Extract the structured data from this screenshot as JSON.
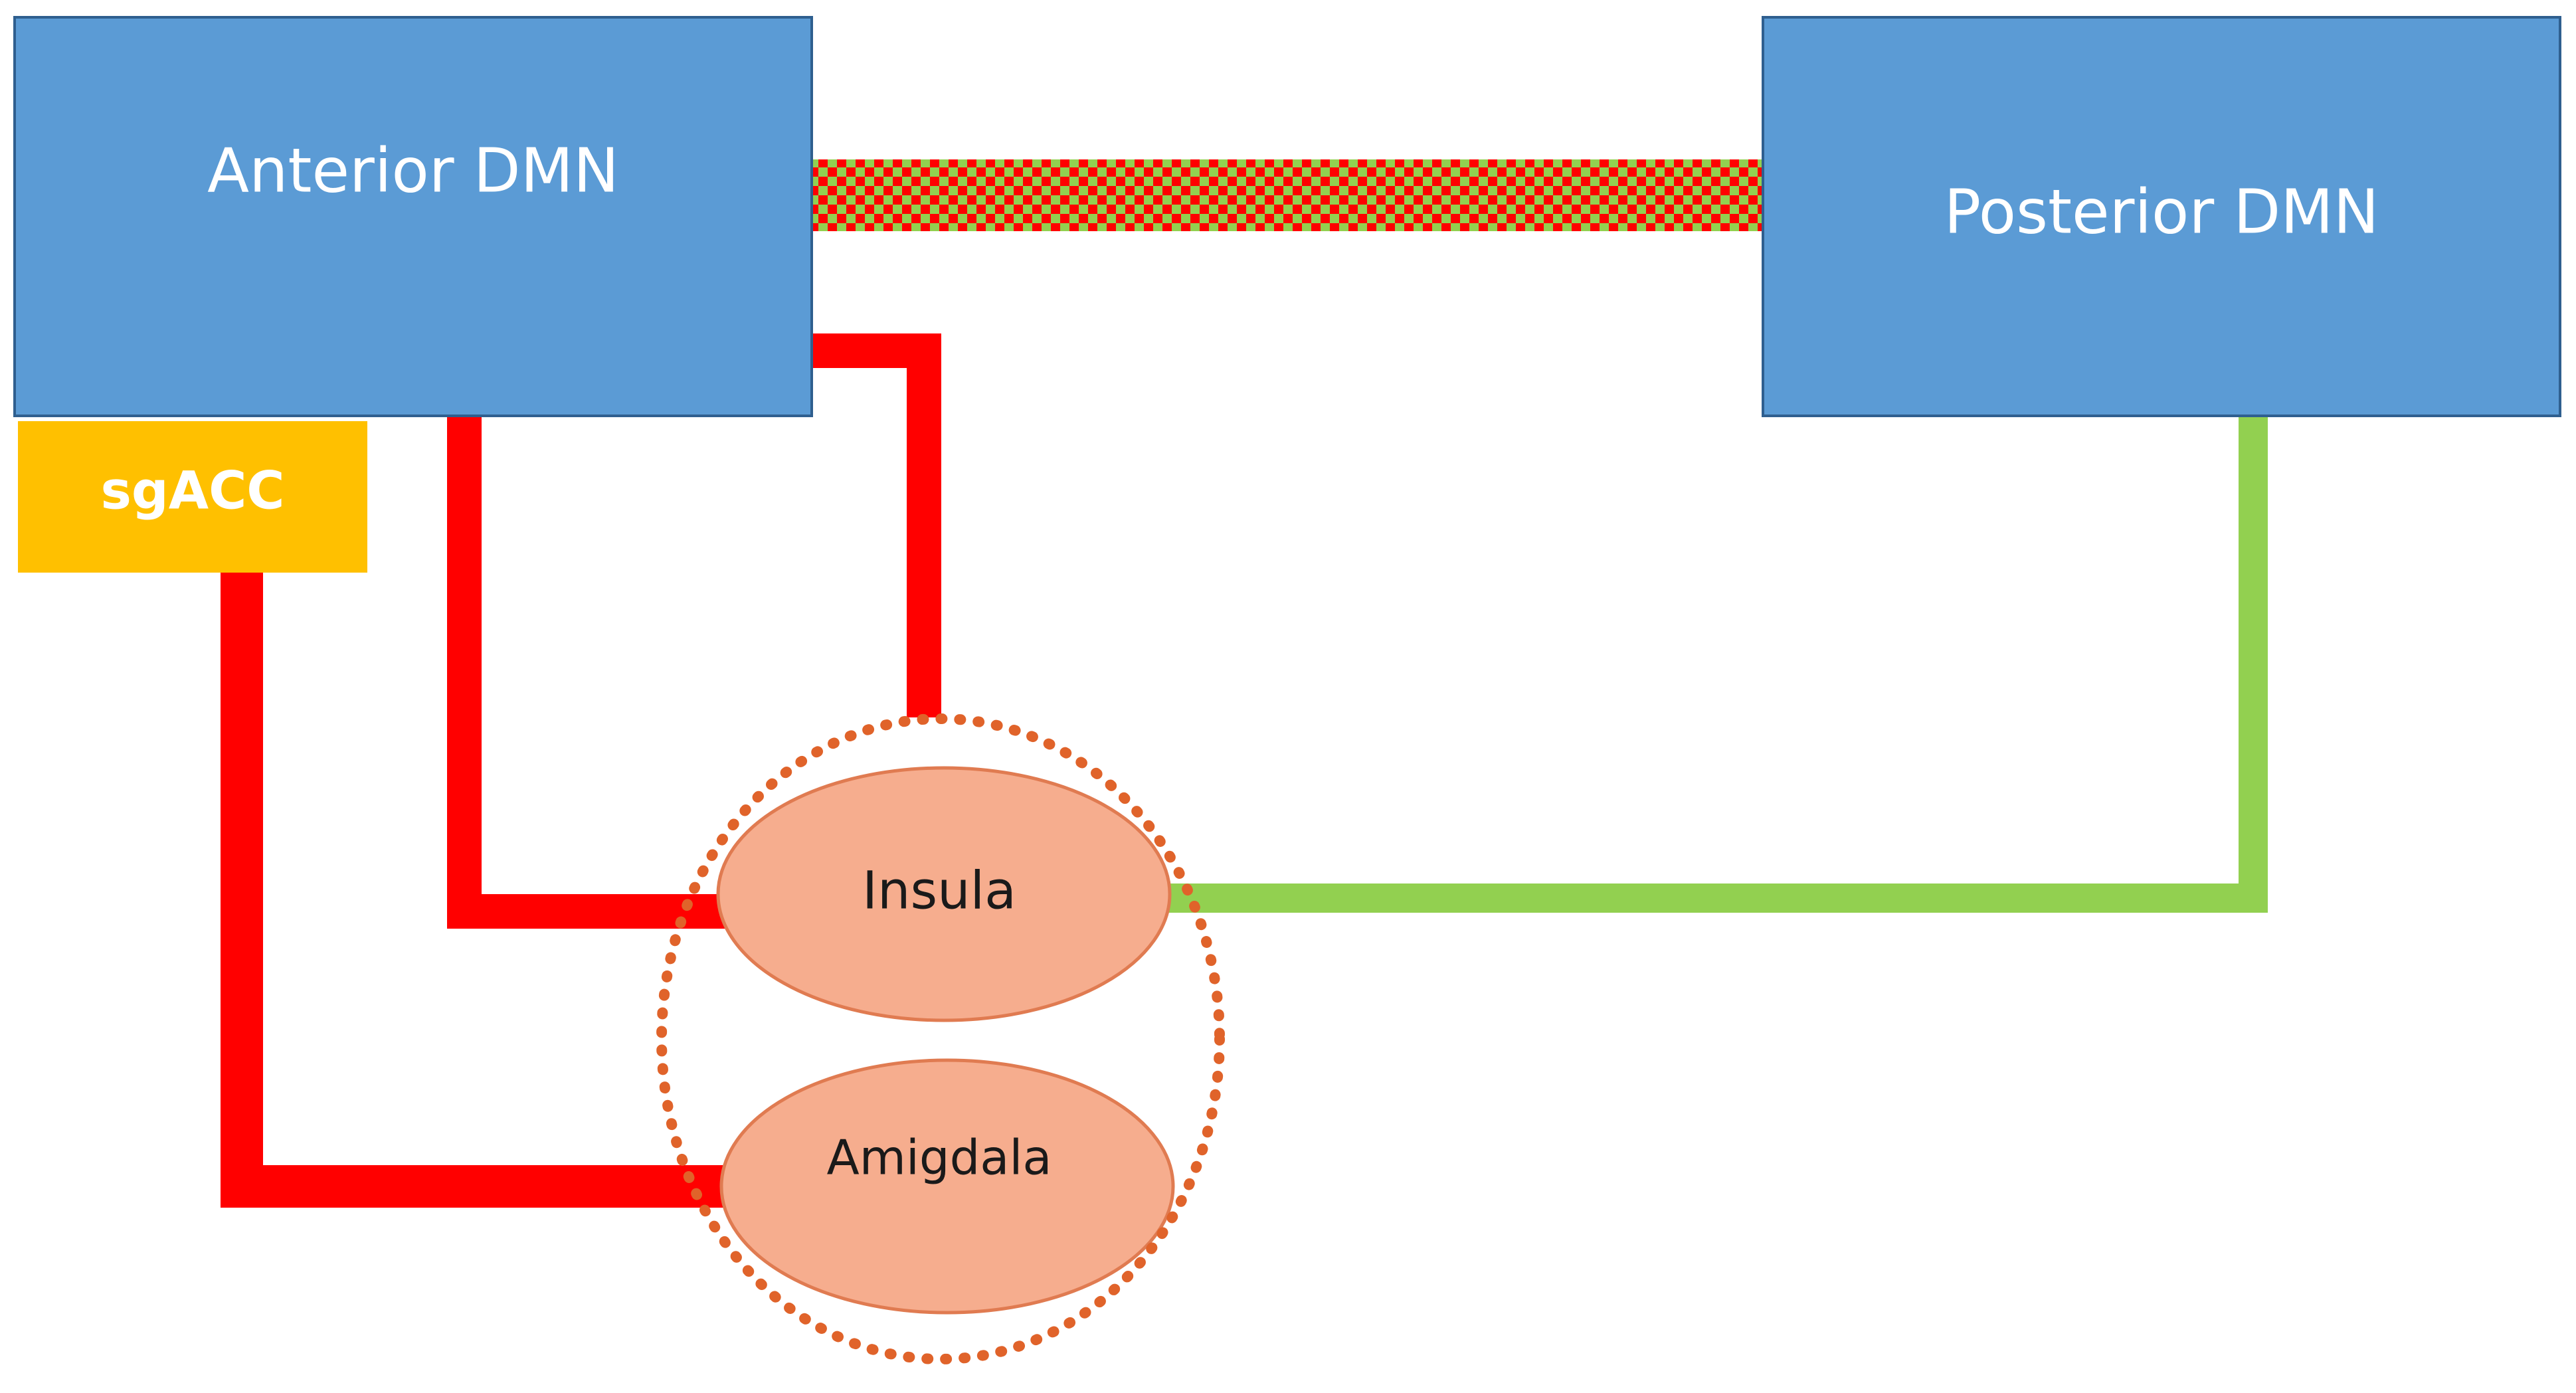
{
  "nodes": {
    "anterior": {
      "label": "Anterior DMN"
    },
    "posterior": {
      "label": "Posterior DMN"
    },
    "sgacc": {
      "label": "sgACC"
    },
    "insula": {
      "label": "Insula"
    },
    "amigdala": {
      "label": "Amigdala"
    }
  },
  "colors": {
    "box_blue": "#5b9bd5",
    "box_blue_border": "#2f5f8f",
    "sgacc_yellow": "#ffc000",
    "ellipse_fill": "#f6ad8e",
    "ellipse_border": "#e07b51",
    "group_dotted": "#e0632a",
    "red_link": "#ff0000",
    "green_link": "#92d050"
  }
}
